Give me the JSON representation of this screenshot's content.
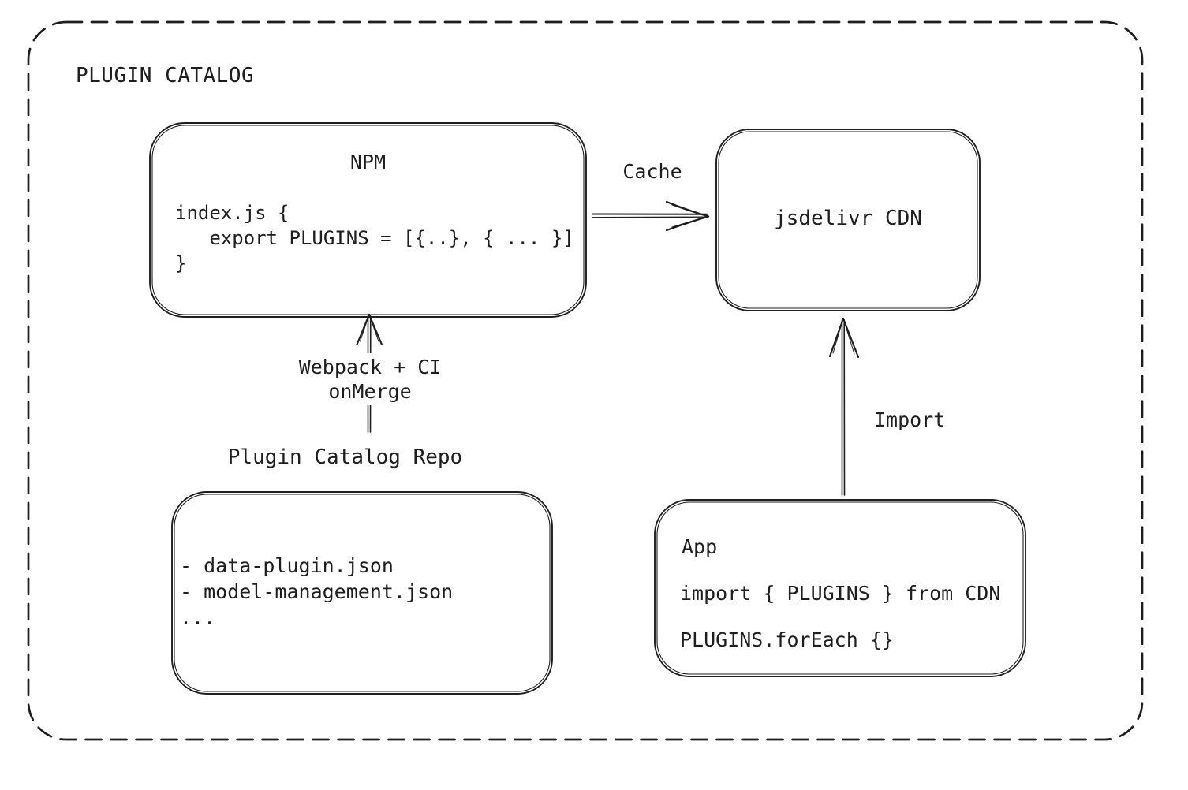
{
  "title": "PLUGIN CATALOG",
  "colors": {
    "ink": "#1e1e1e",
    "background": "#ffffff"
  },
  "nodes": {
    "npm": {
      "title": "NPM",
      "code": [
        "index.js {",
        "   export PLUGINS = [{..}, { ... }]",
        "}"
      ]
    },
    "cdn": {
      "label": "jsdelivr CDN"
    },
    "repo": {
      "title": "Plugin Catalog Repo",
      "files": [
        "- data-plugin.json",
        "- model-management.json",
        "..."
      ]
    },
    "app": {
      "title": "App",
      "code": [
        "import { PLUGINS } from CDN",
        "PLUGINS.forEach {}"
      ]
    }
  },
  "edges": {
    "cache": {
      "label": "Cache",
      "from": "NPM",
      "to": "jsdelivr CDN"
    },
    "build": {
      "label": [
        "Webpack + CI",
        "onMerge"
      ],
      "from": "Plugin Catalog Repo",
      "to": "NPM"
    },
    "import": {
      "label": "Import",
      "from": "App",
      "to": "jsdelivr CDN"
    }
  }
}
